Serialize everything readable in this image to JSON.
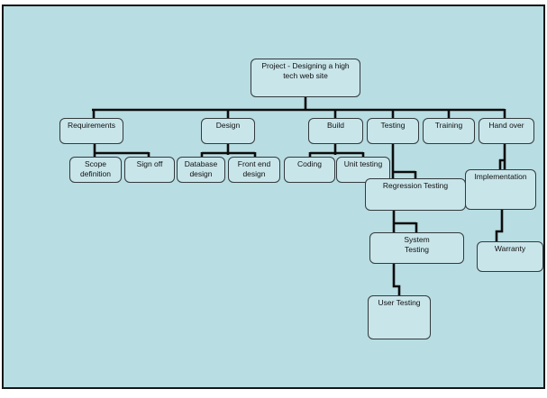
{
  "diagram": {
    "type": "work-breakdown-structure",
    "root_label": "Project - Designing a high tech web site",
    "labels": {
      "project": "Project - Designing a high\ntech web site",
      "requirements": "Requirements",
      "design": "Design",
      "build": "Build",
      "testing": "Testing",
      "training": "Training",
      "hand_over": "Hand over",
      "scope_definition": "Scope\ndefinition",
      "sign_off": "Sign off",
      "database_design": "Database\ndesign",
      "front_end_design": "Front end\ndesign",
      "coding": "Coding",
      "unit_testing": "Unit testing",
      "regression_testing": "Regression Testing",
      "system_testing": "System\nTesting",
      "user_testing": "User Testing",
      "implementation": "Implementation",
      "warranty": "Warranty"
    },
    "hierarchy": {
      "project": [
        "requirements",
        "design",
        "build",
        "testing",
        "training",
        "hand_over"
      ],
      "requirements": [
        "scope_definition",
        "sign_off"
      ],
      "design": [
        "database_design",
        "front_end_design"
      ],
      "build": [
        "coding",
        "unit_testing"
      ],
      "testing": [
        "regression_testing"
      ],
      "regression_testing": [
        "system_testing"
      ],
      "system_testing": [
        "user_testing"
      ],
      "hand_over": [
        "implementation"
      ],
      "implementation": [
        "warranty"
      ]
    },
    "colors": {
      "page_bg": "#ffffff",
      "canvas_bg": "#b8dde2",
      "node_fill": "#c8e5ea",
      "node_border": "#333a3d",
      "connector": "#0c0c0c",
      "text": "#101010"
    }
  }
}
